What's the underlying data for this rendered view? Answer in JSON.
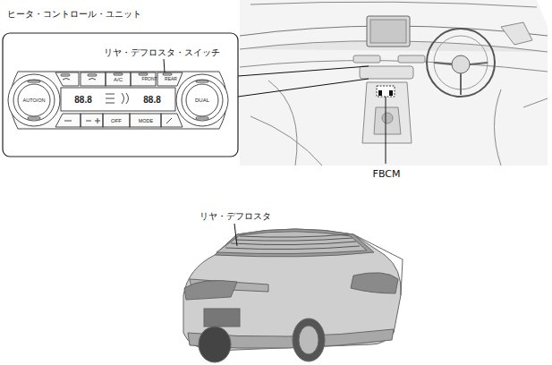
{
  "diagram": {
    "labels": [
      "ヒータ・コントロール・ユニット",
      "リヤ・デフロスタ・スイッチ",
      "FBCM",
      "リヤ・デフロスタ",
      "AUTO/ON",
      "88.8",
      "A/C",
      "88.8",
      "FRONT",
      "REAR",
      "DUAL",
      "OFF",
      "MODE"
    ]
  }
}
